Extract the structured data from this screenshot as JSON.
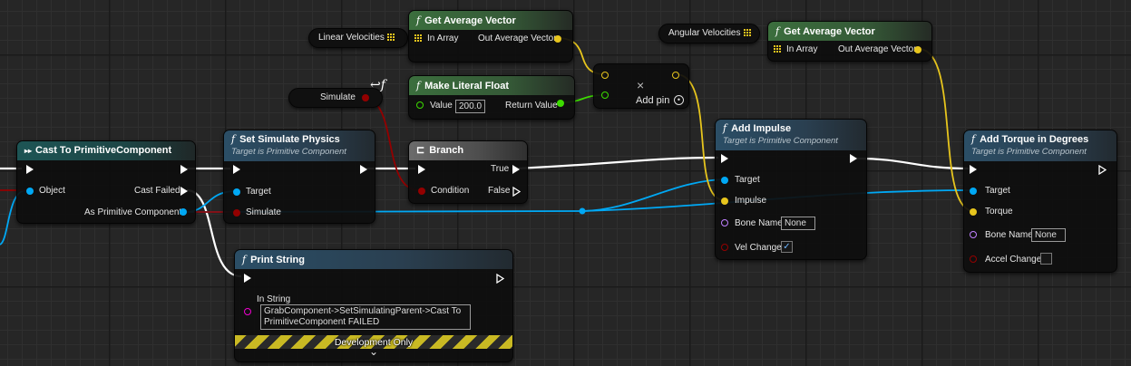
{
  "nodes": {
    "cast": {
      "title": "Cast To PrimitiveComponent",
      "object": "Object",
      "cast_failed": "Cast Failed",
      "as_primitive": "As Primitive Component"
    },
    "set_sim": {
      "title": "Set Simulate Physics",
      "subtitle": "Target is Primitive Component",
      "target": "Target",
      "simulate": "Simulate"
    },
    "simulate_var": {
      "label": "Simulate"
    },
    "linear_vel": {
      "label": "Linear Velocities"
    },
    "angular_vel": {
      "label": "Angular Velocities"
    },
    "avg1": {
      "title": "Get Average Vector",
      "in": "In Array",
      "out": "Out Average Vector"
    },
    "avg2": {
      "title": "Get Average Vector",
      "in": "In Array",
      "out": "Out Average Vector"
    },
    "make_float": {
      "title": "Make Literal Float",
      "value_label": "Value",
      "value": "200.0",
      "ret": "Return Value"
    },
    "mult": {
      "add_pin": "Add pin",
      "symbol": "×"
    },
    "branch": {
      "title": "Branch",
      "condition": "Condition",
      "true": "True",
      "false": "False"
    },
    "impulse": {
      "title": "Add Impulse",
      "subtitle": "Target is Primitive Component",
      "target": "Target",
      "impulse": "Impulse",
      "bone_label": "Bone Name",
      "bone_value": "None",
      "vel_change": "Vel Change",
      "vel_checked": "✓"
    },
    "torque": {
      "title": "Add Torque in Degrees",
      "subtitle": "Target is Primitive Component",
      "target": "Target",
      "torque": "Torque",
      "bone_label": "Bone Name",
      "bone_value": "None",
      "accel_change": "Accel Change"
    },
    "print": {
      "title": "Print String",
      "in_string": "In String",
      "value": "GrabComponent->SetSimulatingParent->Cast To PrimitiveComponent FAILED",
      "dev_only": "Development Only",
      "expand": "⌄"
    }
  },
  "colors": {
    "exec": "#ffffff",
    "object": "#00a8f4",
    "bool": "#930000",
    "float": "#3ddb00",
    "vector": "#e7c51d",
    "string": "#f000d0",
    "name": "#c080ff",
    "wire_exec": "#ffffff"
  },
  "icons": {
    "function": "f-function-icon",
    "cast": "cast-arrows-icon",
    "branch": "branch-icon"
  }
}
